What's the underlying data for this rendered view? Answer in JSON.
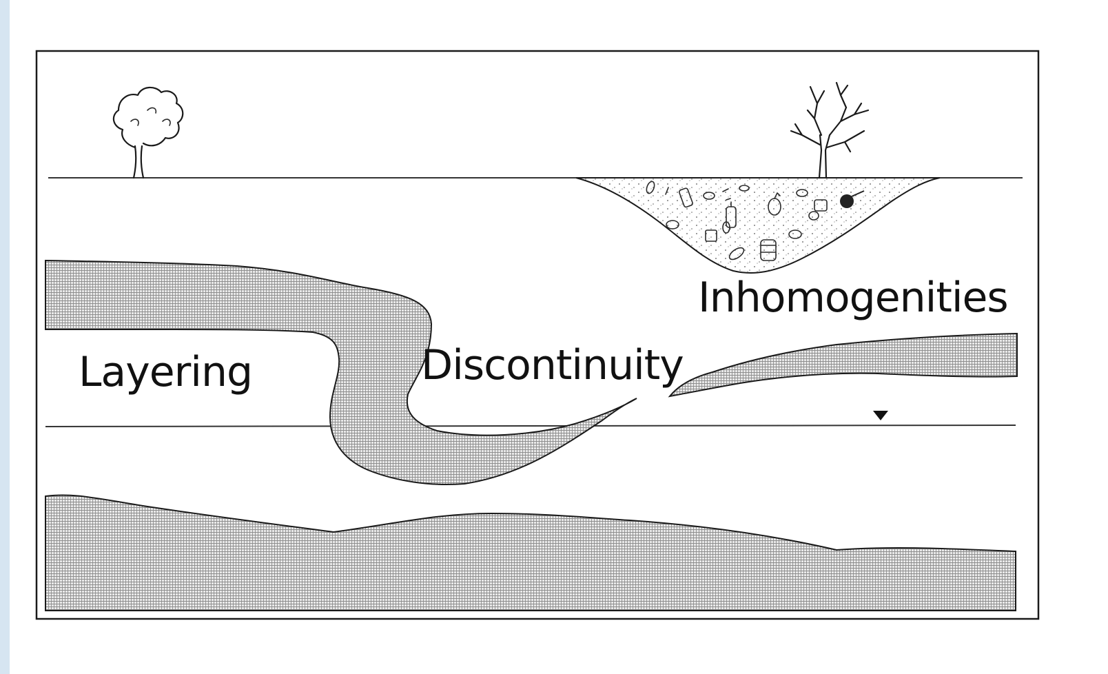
{
  "diagram": {
    "labels": {
      "layering": "Layering",
      "discontinuity": "Discontinuity",
      "inhomogenities": "Inhomogenities"
    }
  }
}
